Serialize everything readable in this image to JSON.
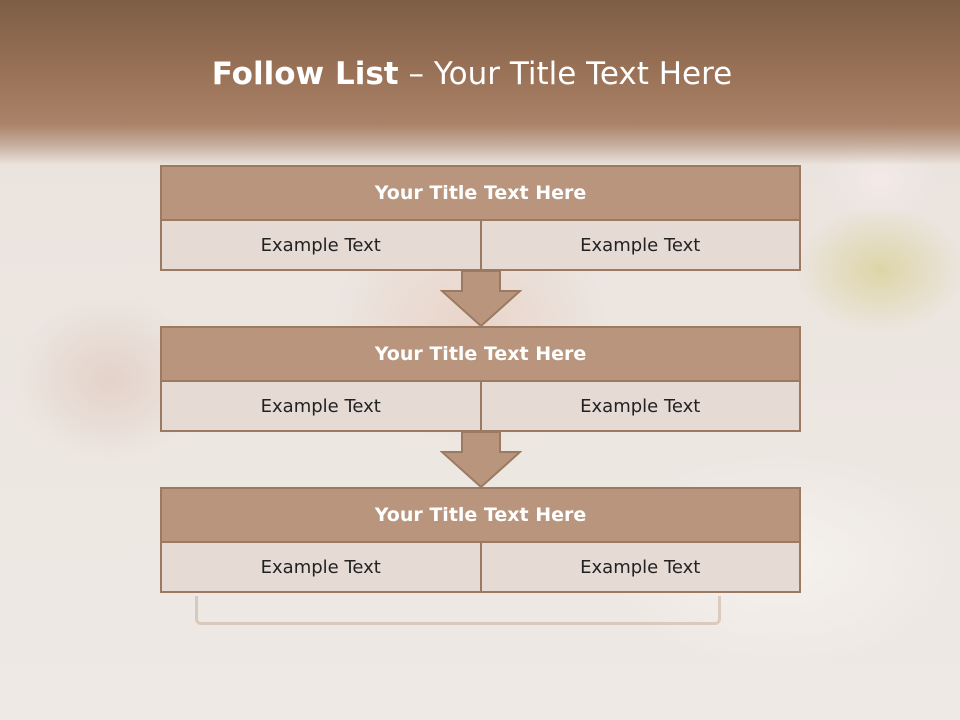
{
  "slide": {
    "title_bold": "Follow List",
    "title_rest": " – Your Title Text Here"
  },
  "blocks": [
    {
      "title": "Your Title Text Here",
      "cells": [
        "Example Text",
        "Example Text"
      ]
    },
    {
      "title": "Your Title Text Here",
      "cells": [
        "Example Text",
        "Example Text"
      ]
    },
    {
      "title": "Your Title Text Here",
      "cells": [
        "Example Text",
        "Example Text"
      ]
    }
  ],
  "colors": {
    "header": "#8f6a50",
    "block_title": "#b8957c",
    "cell": "#e6dad4",
    "border": "#9c7a62"
  }
}
